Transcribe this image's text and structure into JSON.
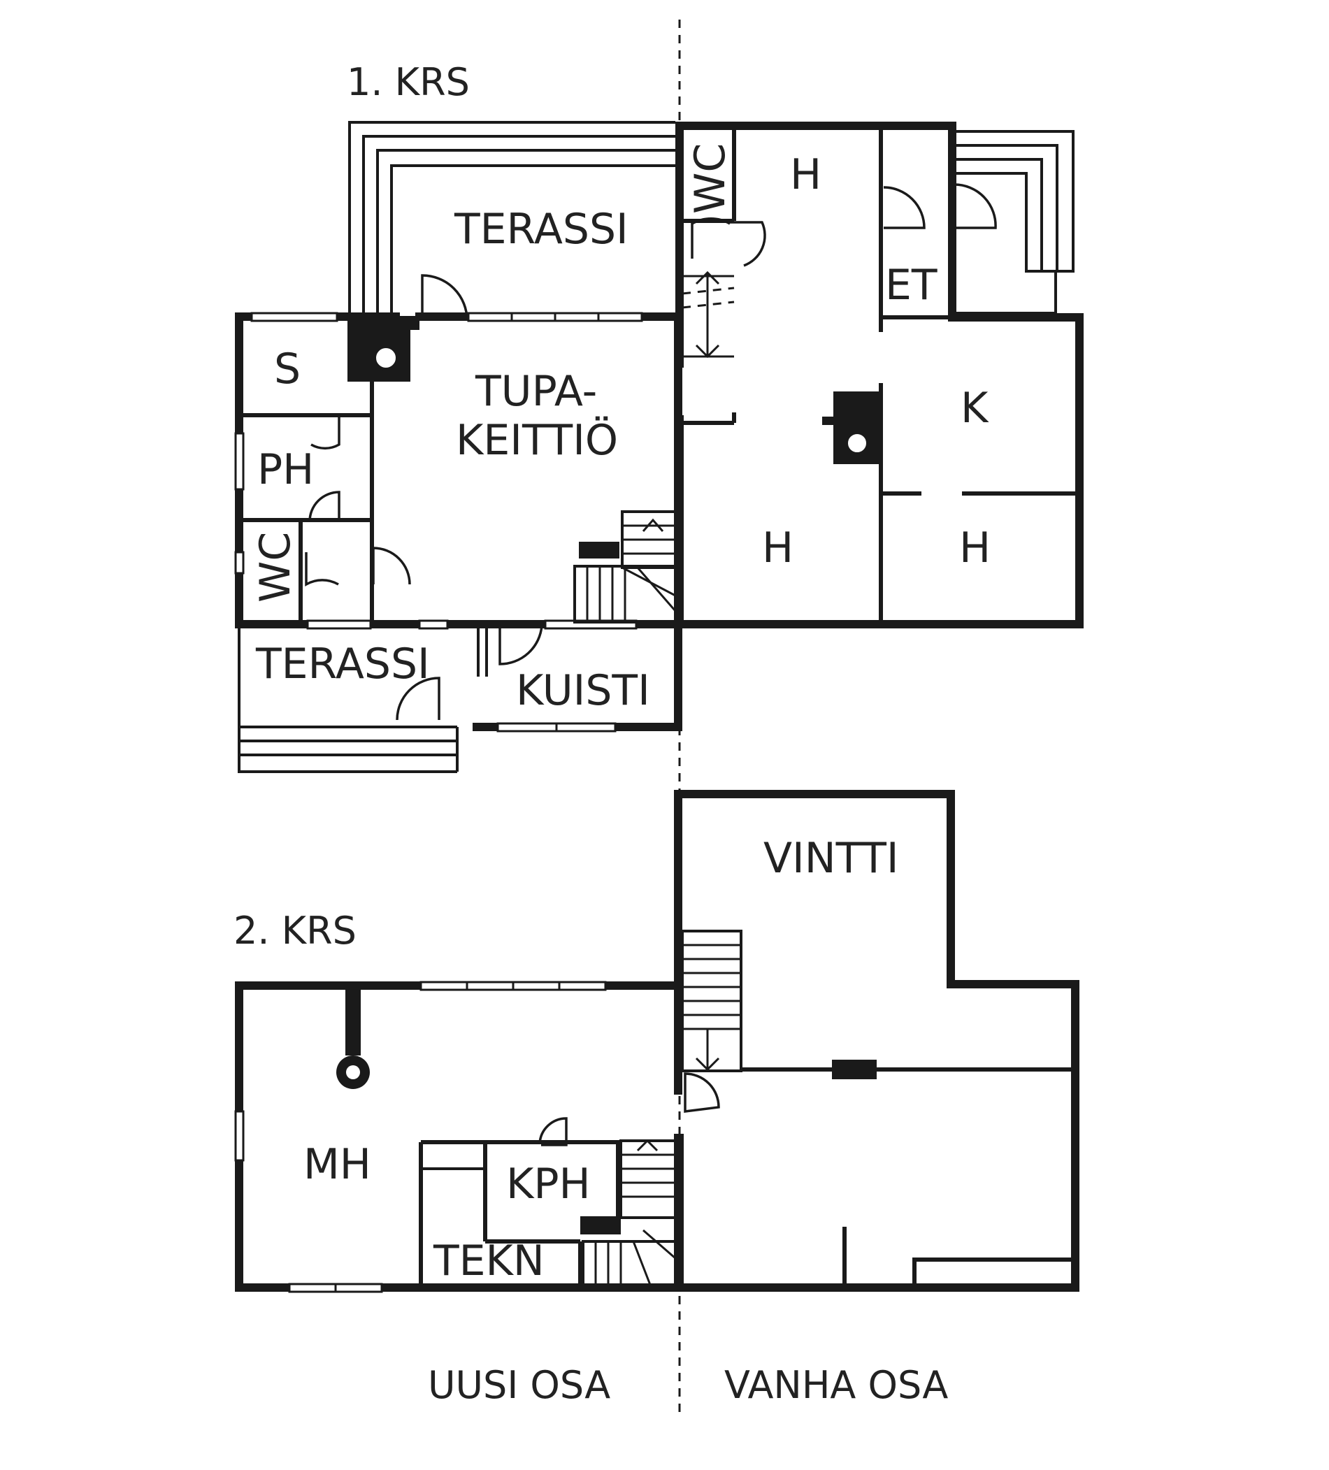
{
  "floors": {
    "first": {
      "title": "1. KRS",
      "rooms": {
        "terassi_top": "TERASSI",
        "s": "S",
        "ph": "PH",
        "wc_left": "WC",
        "tupa_line1": "TUPA-",
        "tupa_line2": "KEITTIÖ",
        "terassi_bottom": "TERASSI",
        "kuisti": "KUISTI",
        "wc_right": "WC",
        "h_top": "H",
        "et": "ET",
        "k": "K",
        "h_left": "H",
        "h_right": "H"
      }
    },
    "second": {
      "title": "2. KRS",
      "rooms": {
        "vintti": "VINTTI",
        "mh": "MH",
        "kph": "KPH",
        "tekn": "TEKN"
      }
    }
  },
  "sections": {
    "new_part": "UUSI OSA",
    "old_part": "VANHA OSA"
  },
  "colors": {
    "ink": "#1a1a1a",
    "text": "#222222",
    "background": "#ffffff"
  }
}
